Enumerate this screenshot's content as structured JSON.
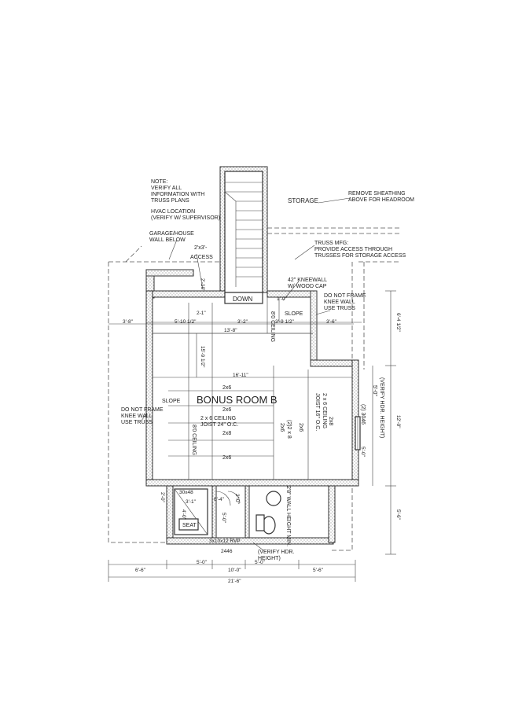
{
  "notes": {
    "verify": [
      "NOTE:",
      "VERIFY ALL",
      "INFORMATION WITH",
      "TRUSS PLANS"
    ],
    "hvac": [
      "HVAC LOCATION",
      "(VERIFY W/ SUPERVISOR)"
    ],
    "garage_wall": [
      "GARAGE/HOUSE",
      "WALL BELOW"
    ],
    "access": [
      "2'x3'-",
      "ACCESS"
    ],
    "storage": "STORAGE",
    "remove_sheathing": [
      "REMOVE SHEATHING",
      "ABOVE FOR HEADROOM"
    ],
    "truss_mfg": [
      "TRUSS MFG:",
      "PROVIDE ACCESS THROUGH",
      "TRUSSES FOR STORAGE ACCESS"
    ],
    "kneewall": [
      "42\" KNEEWALL",
      "W/ WOOD CAP"
    ],
    "do_not_frame_right": [
      "DO NOT FRAME",
      "KNEE WALL",
      "USE TRUSS"
    ],
    "do_not_frame_left": [
      "DO NOT FRAME",
      "KNEE WALL",
      "USE TRUSS"
    ],
    "verify_hdr_right": [
      "(VERIFY HDR. HEIGHT)",
      "5'-0\""
    ],
    "verify_hdr_bottom": [
      "(VERIFY HDR.",
      "HEIGHT)"
    ],
    "wall_height": "2'8\" WALL HEIGHT MIN."
  },
  "labels": {
    "room": "BONUS ROOM B",
    "down": "DOWN",
    "slope_left": "SLOPE",
    "slope_right": "SLOPE",
    "seat": "SEAT",
    "ceiling_left": [
      "2 x 6 CEILING",
      "JOIST 24\" O.C."
    ],
    "ceiling_right": [
      "2 x 6 CEILING",
      "JOIST 16\" O.C."
    ],
    "joists_left": [
      "2x6",
      "2x6",
      "2x8",
      "2x6"
    ],
    "joist_2x8": "2x8",
    "joist_2x6a": "2x6",
    "joist_2x6b": "2x6",
    "joist_2x8b": "(2)2 x 8",
    "window_label": "(2) 3046",
    "window_bottom": "2446",
    "flat_ceiling": "8'0 CEILING",
    "flat_ceiling2": "8'0 CEILING",
    "cabinet": "3x10x12 RVP",
    "shower": "30x48",
    "door_left": "2'-0\""
  },
  "dims": {
    "top_left": "3'-8\"",
    "d_5_10": "5'-10 1/2\"",
    "d_3_2": "3'-2\"",
    "d_3_9": "3'-9 1/2\"",
    "d_3_6": "3'-6\"",
    "d_13_8": "13'-8\"",
    "d_16_11": "16'-11\"",
    "d_1_0": "1'-0\"",
    "d_2_1": "2-1\"",
    "d_2_10": "2'-10\"",
    "d_15_9": "15'-9 1/2\"",
    "d_6_4_right": "6'-4 1/2\"",
    "d_12_0": "12'-0\"",
    "d_5_6_right": "5'-6\"",
    "d_5_0_side": "5'-0\"",
    "d_6_4": "6'-4\"",
    "d_3_1": "3'-1\"",
    "d_5_0a": "5'-0\"",
    "d_10_0": "10'-0\"",
    "d_5_0b": "5'-0\"",
    "d_6_6": "6'-6\"",
    "d_5_6": "5'-6\"",
    "d_21_6": "21'-6\"",
    "d_2_0": "2'-0\"",
    "d_5_0c": "5'-0\"",
    "d_4_0": "4'-0\""
  }
}
